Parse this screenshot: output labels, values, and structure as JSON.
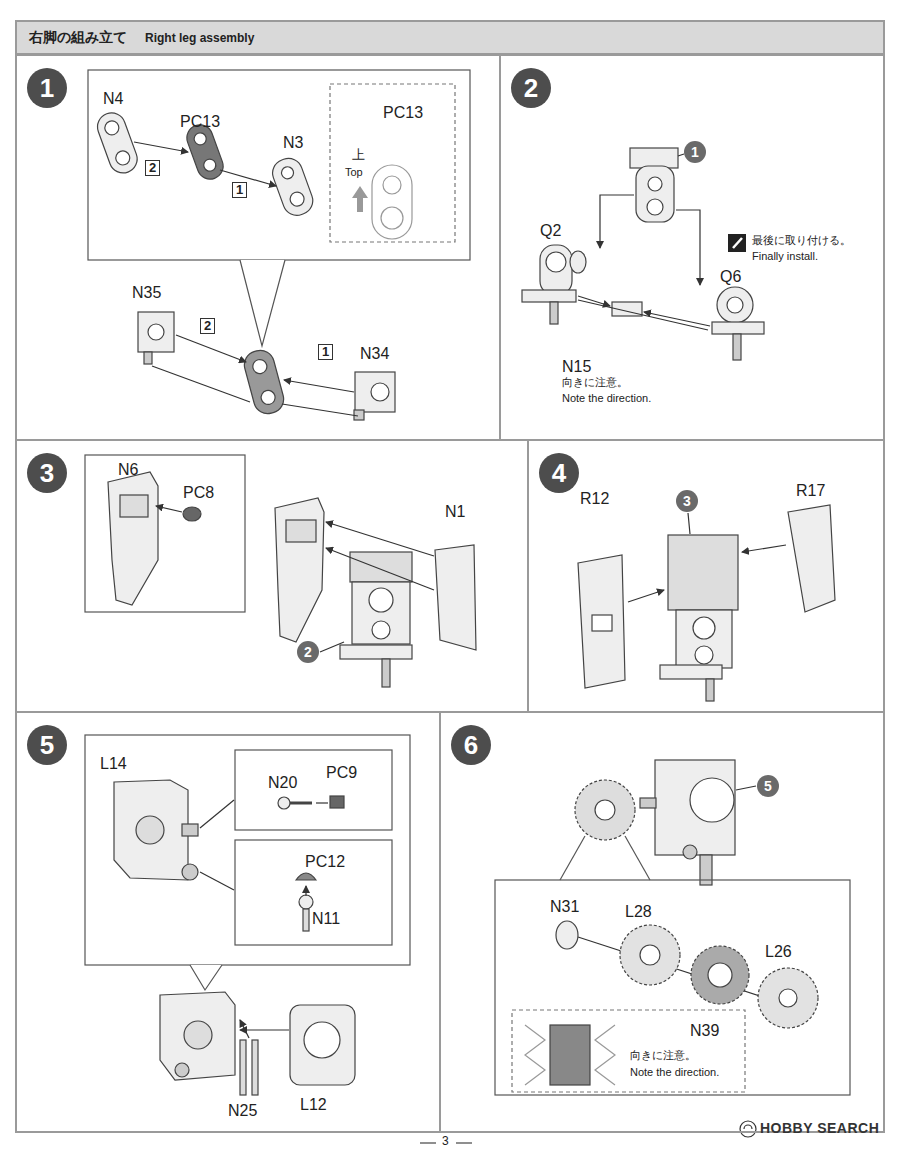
{
  "diagram": {
    "nodes": [
      {
        "text": [
          "右脚の組み立て",
          "Right leg assembly"
        ]
      },
      {
        "text": [
          "1"
        ]
      },
      {
        "text": [
          "2"
        ]
      },
      {
        "text": [
          "3"
        ]
      },
      {
        "text": [
          "4"
        ]
      },
      {
        "text": [
          "5"
        ]
      },
      {
        "text": [
          "6"
        ]
      }
    ],
    "labels": [
      "N4",
      "PC13",
      "N3",
      "2",
      "1",
      "PC13",
      "上",
      "Top",
      "N35",
      "2",
      "1",
      "N34",
      "1",
      "Q2",
      "最後に取り付ける。",
      "Finally install.",
      "Q6",
      "N15",
      "向きに注意。",
      "Note the direction.",
      "N6",
      "PC8",
      "N1",
      "2",
      "3",
      "R12",
      "R17",
      "L14",
      "N20",
      "PC9",
      "PC12",
      "N11",
      "N25",
      "L12",
      "5",
      "N31",
      "L28",
      "L26",
      "N39",
      "向きに注意。",
      "Note the direction.",
      "3",
      "HOBBY SEARCH"
    ]
  }
}
